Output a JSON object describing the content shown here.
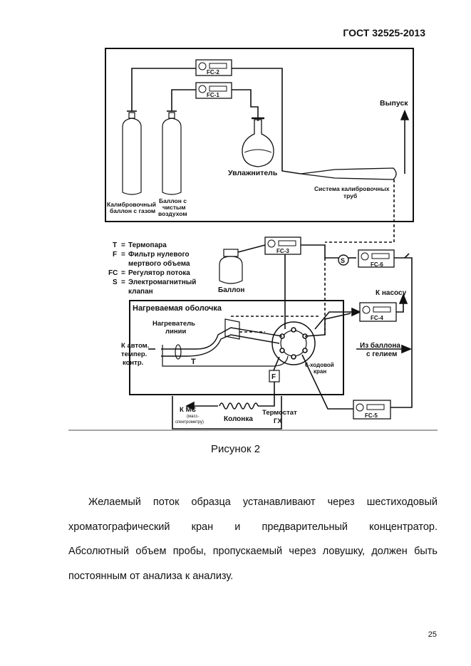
{
  "header": {
    "standard": "ГОСТ 32525-2013"
  },
  "figure": {
    "flow_controllers": [
      "FC-1",
      "FC-2",
      "FC-3",
      "FC-4",
      "FC-5",
      "FC-6"
    ],
    "labels": {
      "humidifier": "Увлажнитель",
      "outlet": "Выпуск",
      "calib_tube_1": "Система калибровочных",
      "calib_tube_2": "труб",
      "cal_gas_1": "Калибровочный",
      "cal_gas_2": "баллон с газом",
      "clean_air_1": "Баллон с",
      "clean_air_2": "чистым",
      "clean_air_3": "воздухом",
      "cylinder": "Баллон",
      "to_pump": "К насосу",
      "from_helium_1": "Из баллона",
      "from_helium_2": "с гелием",
      "heated_enclosure": "Нагреваемая оболочка",
      "line_heater_1": "Нагреватель",
      "line_heater_2": "линии",
      "auto_temp_1": "К автом.",
      "auto_temp_2": "темпер.",
      "auto_temp_3": "контр.",
      "six_port_1": "6-ходовой",
      "six_port_2": "кран",
      "to_ms": "К МС",
      "ms_note_1": "(масс-",
      "ms_note_2": "спектрометру)",
      "column": "Колонка",
      "thermostat_1": "Термостат",
      "thermostat_2": "ГХ",
      "t_mark": "T",
      "f_mark": "F",
      "s_mark": "S"
    },
    "legend": [
      {
        "key": "T",
        "eq": "=",
        "text": "Термопара"
      },
      {
        "key": "F",
        "eq": "=",
        "text": "Фильтр нулевого"
      },
      {
        "key": "",
        "eq": "",
        "text": "мертвого объема"
      },
      {
        "key": "FC",
        "eq": "=",
        "text": "Регулятор потока"
      },
      {
        "key": "S",
        "eq": "=",
        "text": "Электромагнитный"
      },
      {
        "key": "",
        "eq": "",
        "text": "клапан"
      }
    ]
  },
  "caption": "Рисунок 2",
  "paragraph": [
    "Желаемый поток образца устанавливают через шестиходовый",
    "хроматографический кран и предварительный концентратор.",
    "Абсолютный объем пробы, пропускаемый через ловушку, должен быть",
    "постоянным от анализа к анализу."
  ],
  "page_number": "25"
}
